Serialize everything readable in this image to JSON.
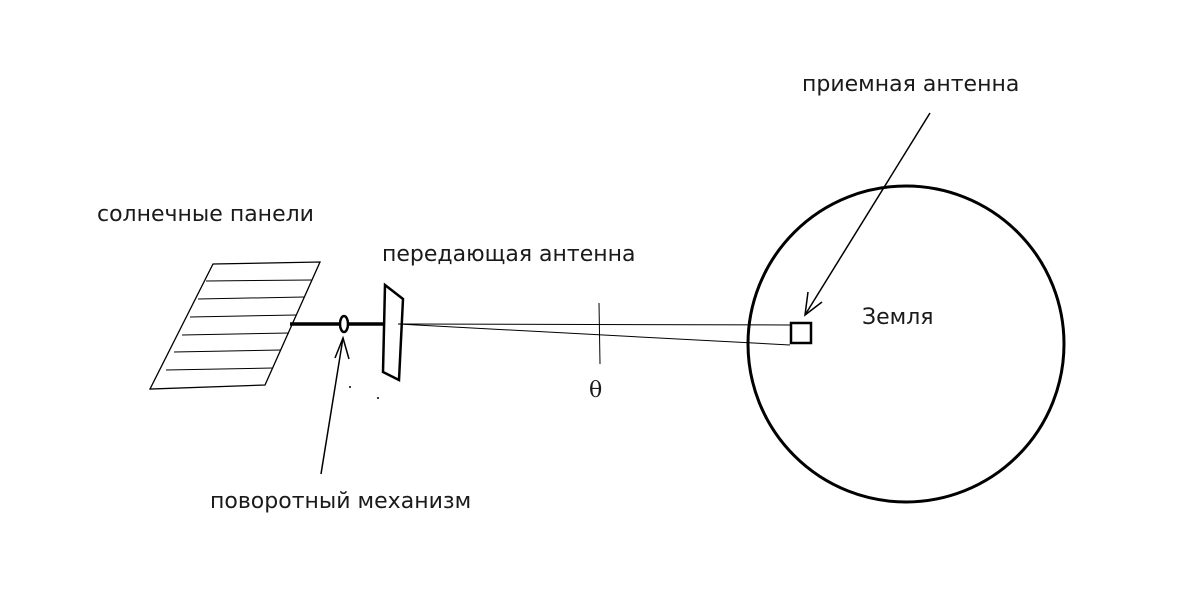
{
  "labels": {
    "solar_panels": "солнечные панели",
    "transmitting_antenna": "передающая антенна",
    "receiving_antenna": "приемная антенна",
    "earth": "Земля",
    "rotary_mechanism": "поворотный механизм",
    "angle": "θ"
  },
  "colors": {
    "background": "#ffffff",
    "stroke": "#000000",
    "text": "#1a1a1a"
  }
}
